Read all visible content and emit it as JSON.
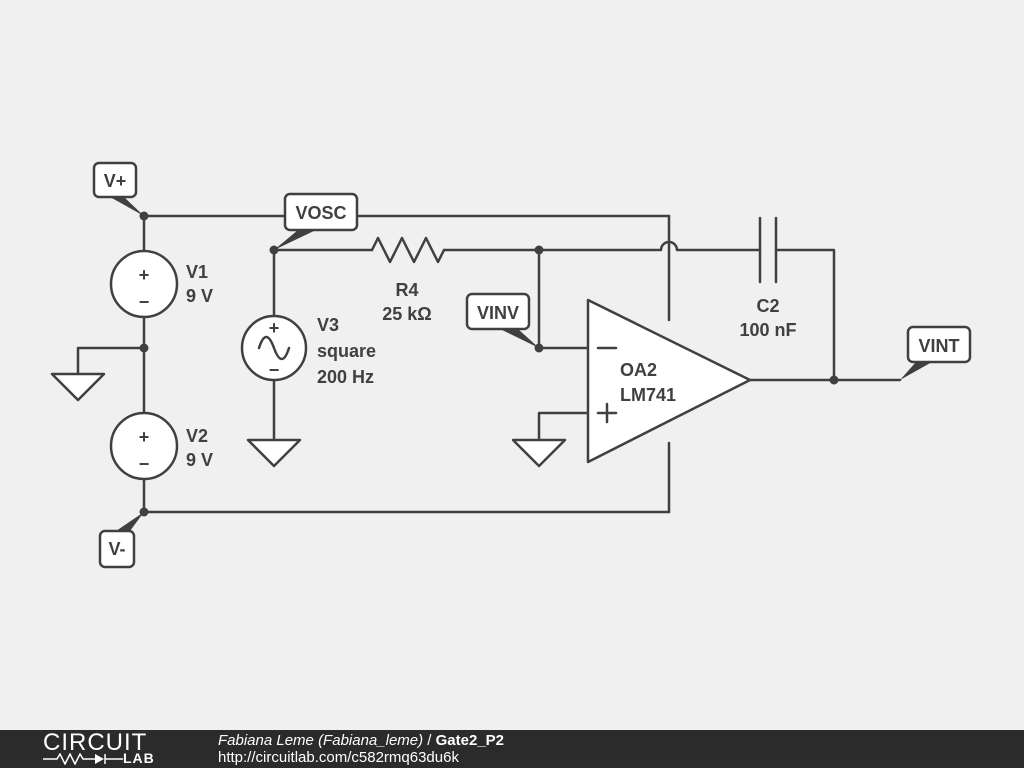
{
  "components": {
    "v1": {
      "name": "V1",
      "value": "9 V"
    },
    "v2": {
      "name": "V2",
      "value": "9 V"
    },
    "v3": {
      "name": "V3",
      "type": "square",
      "freq": "200 Hz"
    },
    "r4": {
      "name": "R4",
      "value": "25 kΩ"
    },
    "c2": {
      "name": "C2",
      "value": "100 nF"
    },
    "oa2": {
      "name": "OA2",
      "model": "LM741",
      "inv_sign": "−",
      "noninv_sign": "+"
    }
  },
  "source_signs": {
    "plus": "+",
    "minus": "−"
  },
  "nets": {
    "vplus": "V+",
    "vminus": "V-",
    "vosc": "VOSC",
    "vinv": "VINV",
    "vint": "VINT"
  },
  "colors": {
    "ink": "#404040",
    "canvas": "#f0f0f0",
    "footer": "#2b2b2b"
  },
  "footer": {
    "logo_top": "CIRCUIT",
    "logo_bottom": "LAB",
    "author": "Fabiana Leme (Fabiana_leme)",
    "separator": " / ",
    "title": "Gate2_P2",
    "url": "http://circuitlab.com/c582rmq63du6k"
  }
}
